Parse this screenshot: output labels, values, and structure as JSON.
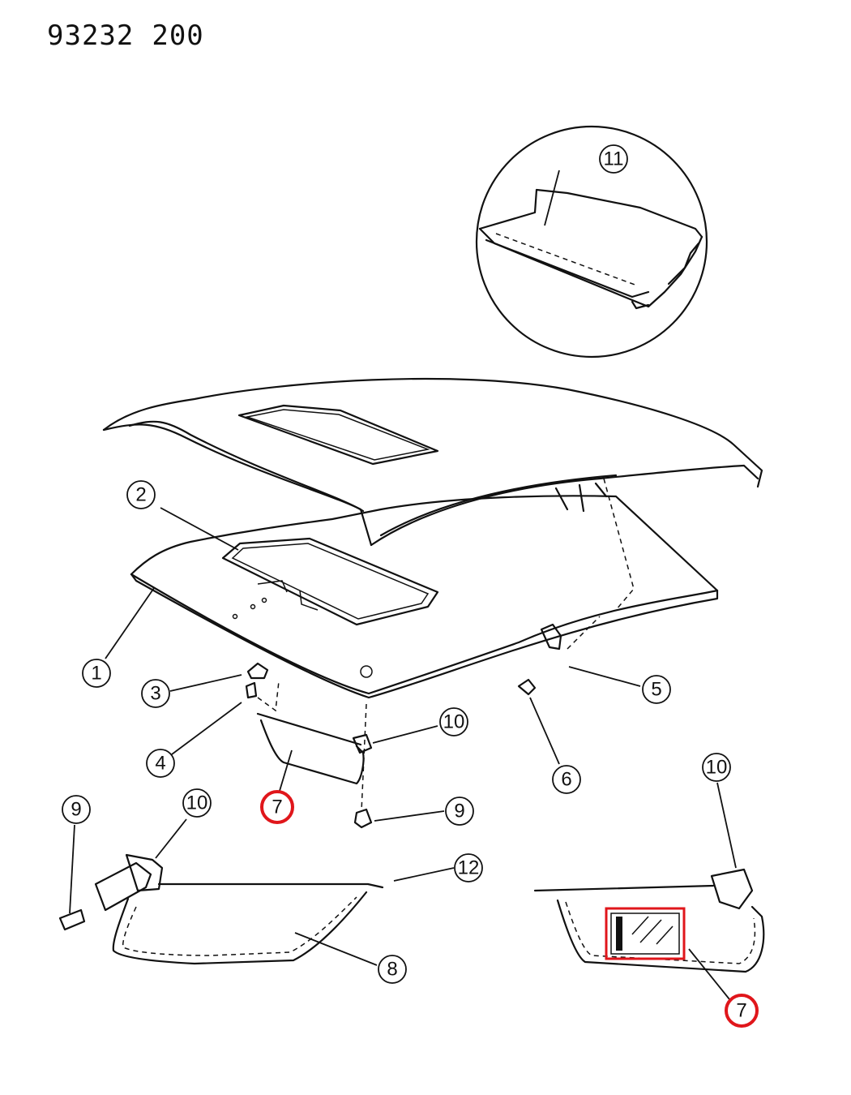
{
  "header": {
    "code_left": "93232",
    "code_right": "200"
  },
  "highlight_color": "#e0161b",
  "callouts": [
    {
      "id": "c11",
      "label": "11",
      "highlighted": false
    },
    {
      "id": "c2",
      "label": "2",
      "highlighted": false
    },
    {
      "id": "c1",
      "label": "1",
      "highlighted": false
    },
    {
      "id": "c3",
      "label": "3",
      "highlighted": false
    },
    {
      "id": "c4",
      "label": "4",
      "highlighted": false
    },
    {
      "id": "c5",
      "label": "5",
      "highlighted": false
    },
    {
      "id": "c6",
      "label": "6",
      "highlighted": false
    },
    {
      "id": "c10a",
      "label": "10",
      "highlighted": false
    },
    {
      "id": "c7a",
      "label": "7",
      "highlighted": true
    },
    {
      "id": "c9a",
      "label": "9",
      "highlighted": false
    },
    {
      "id": "c9b",
      "label": "9",
      "highlighted": false
    },
    {
      "id": "c10b",
      "label": "10",
      "highlighted": false
    },
    {
      "id": "c10c",
      "label": "10",
      "highlighted": false
    },
    {
      "id": "c12",
      "label": "12",
      "highlighted": false
    },
    {
      "id": "c8",
      "label": "8",
      "highlighted": false
    },
    {
      "id": "c7b",
      "label": "7",
      "highlighted": true
    }
  ]
}
